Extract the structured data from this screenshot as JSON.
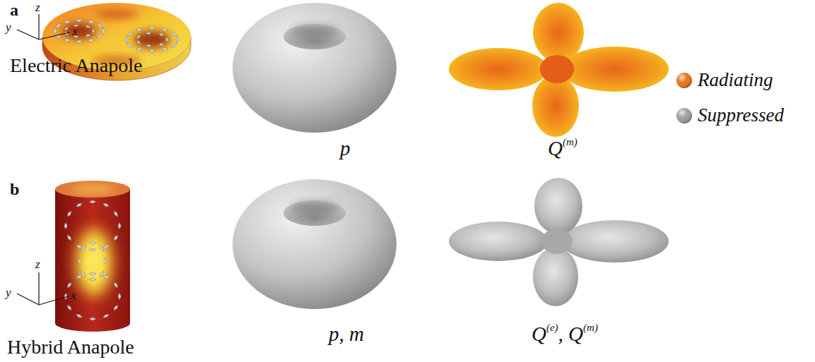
{
  "diagram": {
    "labels": [
      "a",
      "y",
      "z",
      "x",
      "Electric Anapole",
      "p",
      "Q",
      "(m)",
      "b",
      "y",
      "z",
      "x",
      "Hybrid Anapole",
      "p, m",
      "Q",
      "(e)",
      ", Q",
      "(m)"
    ],
    "legend": [
      {
        "text": "Radiating",
        "color": "#e8731c"
      },
      {
        "text": "Suppressed",
        "color": "#9e9e9e"
      }
    ]
  }
}
